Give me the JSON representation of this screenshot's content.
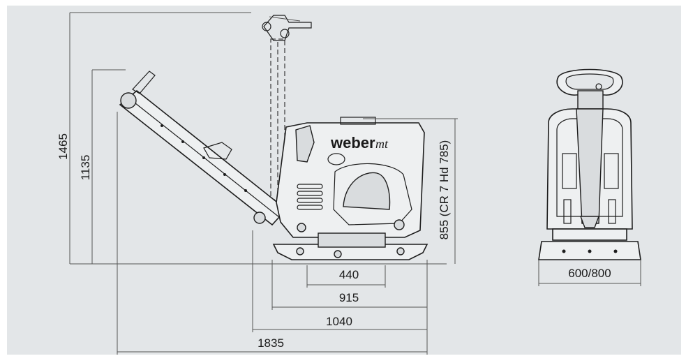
{
  "colors": {
    "background": "#e3e6e8",
    "panel": "#ffffff",
    "line": "#555555",
    "machine_fill": "#eef0f1",
    "machine_stroke": "#1d1d1d"
  },
  "brand": {
    "logo_main": "weber",
    "logo_suffix": "mt"
  },
  "dimensions": {
    "total_height": "1465",
    "handle_height": "1135",
    "machine_height": "855 (CR 7 Hd 785)",
    "plate_inner": "440",
    "plate_length": "915",
    "machine_length": "1040",
    "overall_length": "1835",
    "plate_width": "600/800"
  }
}
